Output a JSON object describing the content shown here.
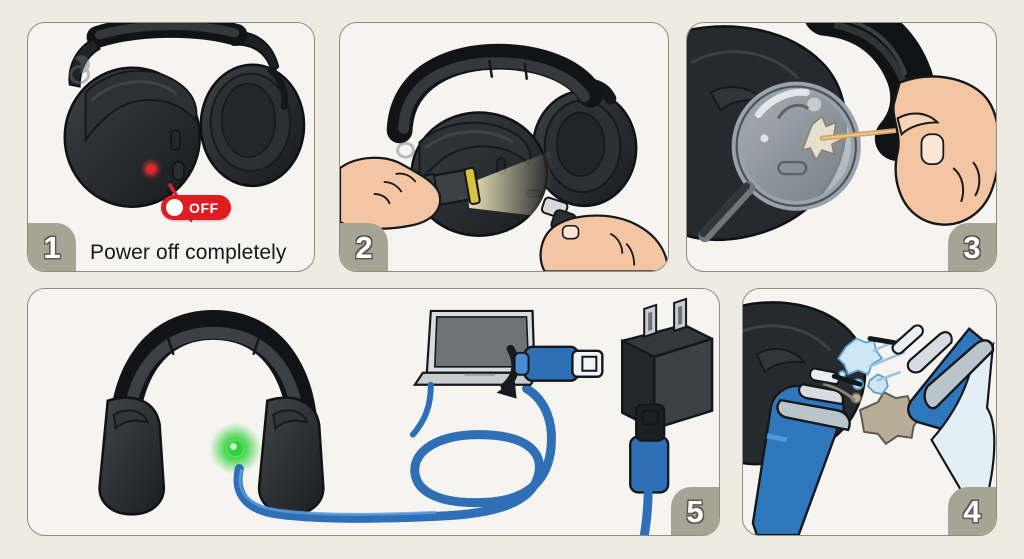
{
  "document": {
    "title": "Headphone charging port troubleshooting steps",
    "background_color": "#eeebe3",
    "panel_color": "#f5f4f0",
    "panel_border_color": "#908d80",
    "badge_color": "#a8a495"
  },
  "panels": [
    {
      "id": "panel-1",
      "step_number": "1",
      "badge_position": "bottom-left",
      "caption": "Power off completely",
      "scene": "Black over-ear headphones shown close up with a red power LED beside the power button",
      "toggle": {
        "label": "OFF",
        "state": "off",
        "color": "#e11b22",
        "knob_color": "#ffffff"
      },
      "indicator": {
        "name": "power-led",
        "color": "#e0262b",
        "arrow_color": "#d4272c"
      }
    },
    {
      "id": "panel-2",
      "step_number": "2",
      "badge_position": "bottom-left",
      "caption": "",
      "scene": "One hand shines a flashlight into the headphone charging port while the other hand holds a USB-C cable",
      "objects": [
        "flashlight",
        "headphones",
        "usb-c-cable",
        "left-hand",
        "right-hand"
      ],
      "beam_color": "#efe7bd"
    },
    {
      "id": "panel-3",
      "step_number": "3",
      "badge_position": "bottom-right",
      "caption": "",
      "scene": "Magnifying glass over the charging port while a hand uses a wooden toothpick to lift lint out of the port",
      "objects": [
        "magnifier",
        "toothpick",
        "lint-debris",
        "hand",
        "earcup"
      ],
      "lens_color": "#c9d2d8",
      "toothpick_color": "#cfa15f"
    },
    {
      "id": "panel-4",
      "step_number": "4",
      "badge_position": "bottom-right",
      "caption": "",
      "scene": "Two cans of compressed air blowing dust out of the headphone charging port",
      "objects": [
        "compressed-air-can",
        "dust-cloud",
        "air-puff",
        "earcup"
      ],
      "can_color": "#2f77bd",
      "dust_color": "#b7ad97"
    },
    {
      "id": "panel-5",
      "step_number": "5",
      "badge_position": "bottom-right",
      "caption": "",
      "scene": "Headphones with a green charging LED connected by a blue USB-C cable, with an arrow redirecting the cable from a laptop to a wall power adapter",
      "objects": [
        "headphones",
        "charging-led",
        "usb-c-cable",
        "laptop",
        "wall-adapter",
        "usb-c-plug",
        "redirect-arrow"
      ],
      "led_color": "#2fd13a",
      "cable_color": "#2f6fb5",
      "adapter_color": "#33383c"
    }
  ]
}
